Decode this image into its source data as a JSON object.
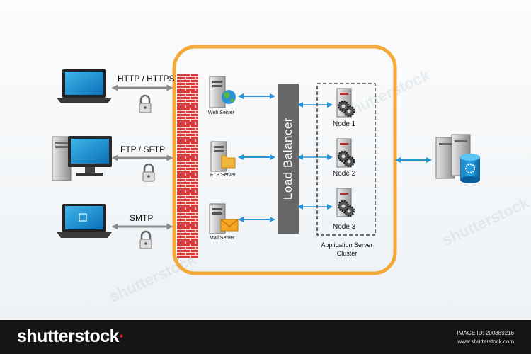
{
  "protocols": [
    "HTTP / HTTPS",
    "FTP / SFTP",
    "SMTP"
  ],
  "servers": [
    "Web Server",
    "FTP Server",
    "Mail Server"
  ],
  "load_balancer": "Load Balancer",
  "nodes": [
    "Node 1",
    "Node 2",
    "Node 3"
  ],
  "cluster_label": [
    "Application Server",
    "Cluster"
  ],
  "footer": {
    "logo_main": "shutterstock",
    "logo_dot": "·",
    "image_id_label": "IMAGE ID: 200889218",
    "site": "www.shutterstock.com"
  },
  "watermark": "shutterstock",
  "colors": {
    "boundary": "#f4a93a",
    "firewall": "#d63a3a",
    "load_balancer": "#676767",
    "arrow_blue": "#2a93d5",
    "arrow_gray": "#8a8a8a"
  },
  "icons": [
    "laptop-icon",
    "desktop-computer-icon",
    "padlock-icon",
    "firewall-icon",
    "server-icon",
    "globe-icon",
    "folder-icon",
    "envelope-icon",
    "gear-icon",
    "database-icon"
  ]
}
